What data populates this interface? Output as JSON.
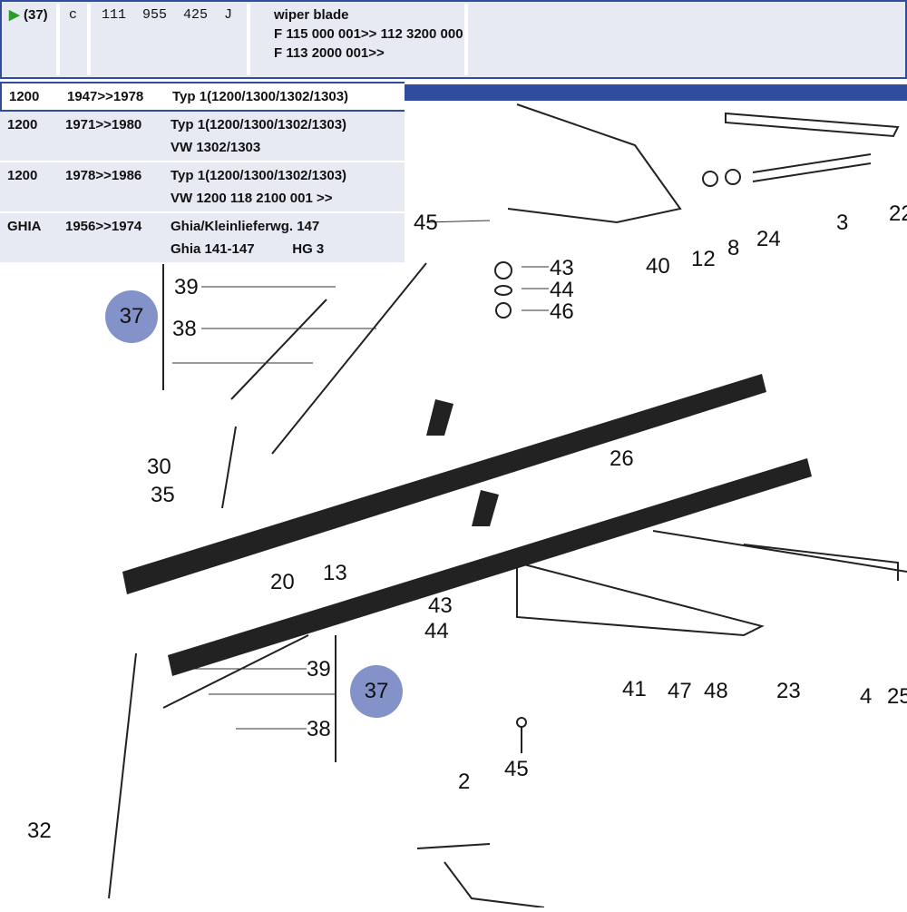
{
  "part": {
    "pos": "(37)",
    "code": "c",
    "number": "111  955  425  J",
    "desc": [
      "wiper blade",
      "F 115  000 001>> 112 3200 000",
      "F 113 2000 001>>"
    ]
  },
  "models": [
    {
      "engine": "1200",
      "years": "1947>>1978",
      "lines": [
        "Typ 1(1200/1300/1302/1303)"
      ],
      "selected": true
    },
    {
      "engine": "1200",
      "years": "1971>>1980",
      "lines": [
        "Typ 1(1200/1300/1302/1303)",
        "VW 1302/1303"
      ]
    },
    {
      "engine": "1200",
      "years": "1978>>1986",
      "lines": [
        "Typ 1(1200/1300/1302/1303)",
        "VW 1200  118 2100 001 >>"
      ]
    },
    {
      "engine": "GHIA",
      "years": "1956>>1974",
      "lines": [
        "Ghia/Kleinlieferwg. 147",
        "Ghia 141-147          HG 3"
      ]
    }
  ],
  "diagram": {
    "labels": [
      "45",
      "40",
      "12",
      "8",
      "24",
      "3",
      "22",
      "43",
      "44",
      "46",
      "39",
      "38",
      "26",
      "30",
      "35",
      "20",
      "13",
      "43",
      "44",
      "39",
      "38",
      "41",
      "47",
      "48",
      "23",
      "4",
      "25",
      "45",
      "2",
      "32"
    ],
    "highlight": [
      "37",
      "37"
    ]
  },
  "colors": {
    "accent": "#2f4d9c",
    "row_bg": "#e7e9f3",
    "highlight": "#8393c9",
    "play": "#2a9d2a"
  }
}
